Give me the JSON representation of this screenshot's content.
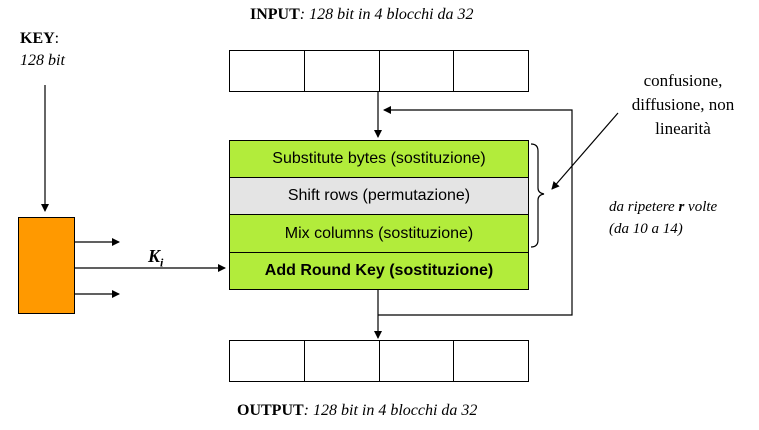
{
  "input": {
    "label": "INPUT",
    "desc": ": 128 bit in 4 blocchi da 32",
    "blocks": 4
  },
  "output": {
    "label": "OUTPUT",
    "desc": ": 128 bit in 4 blocchi da 32",
    "blocks": 4
  },
  "key": {
    "label": "KEY",
    "colon": ":",
    "desc": "128 bit"
  },
  "round_key_label": {
    "main": "K",
    "sub": "i"
  },
  "stages": [
    {
      "label": "Substitute bytes (sostituzione)",
      "color": "#b2ec3b"
    },
    {
      "label": "Shift rows (permutazione)",
      "color": "#e4e4e4"
    },
    {
      "label": "Mix columns (sostituzione)",
      "color": "#b2ec3b"
    },
    {
      "label": "Add Round Key (sostituzione)",
      "color": "#b2ec3b"
    }
  ],
  "side_note": {
    "line1": "confusione,",
    "line2": "diffusione, non",
    "line3": "linearità"
  },
  "repeat_note": {
    "prefix": "da ripetere ",
    "var": "r",
    "suffix": " volte",
    "line2": "(da 10 a 14)"
  },
  "key_schedule_color": "#ff9900"
}
